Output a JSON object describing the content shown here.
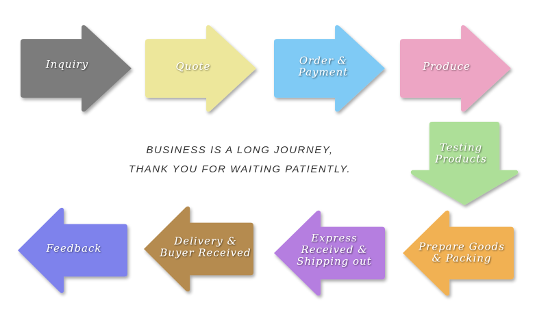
{
  "steps": [
    {
      "label_lines": [
        "Inquiry"
      ],
      "color": "#7b7b7b",
      "direction": "right"
    },
    {
      "label_lines": [
        "Quote"
      ],
      "color": "#ede79b",
      "direction": "right"
    },
    {
      "label_lines": [
        "Order &",
        "Payment"
      ],
      "color": "#7fcaf5",
      "direction": "right"
    },
    {
      "label_lines": [
        "Produce"
      ],
      "color": "#eda5c4",
      "direction": "right"
    },
    {
      "label_lines": [
        "Testing",
        "Products"
      ],
      "color": "#addf98",
      "direction": "down"
    },
    {
      "label_lines": [
        "Prepare Goods",
        "& Packing"
      ],
      "color": "#f1b153",
      "direction": "left"
    },
    {
      "label_lines": [
        "Express",
        "Received &",
        "Shipping out"
      ],
      "color": "#b57ee0",
      "direction": "left"
    },
    {
      "label_lines": [
        "Delivery &",
        "Buyer Received"
      ],
      "color": "#b58b4f",
      "direction": "left"
    },
    {
      "label_lines": [
        "Feedback"
      ],
      "color": "#7e82ec",
      "direction": "left"
    }
  ],
  "message": {
    "line1": "BUSINESS IS A LONG JOURNEY,",
    "line2": "THANK YOU FOR WAITING PATIENTLY."
  }
}
